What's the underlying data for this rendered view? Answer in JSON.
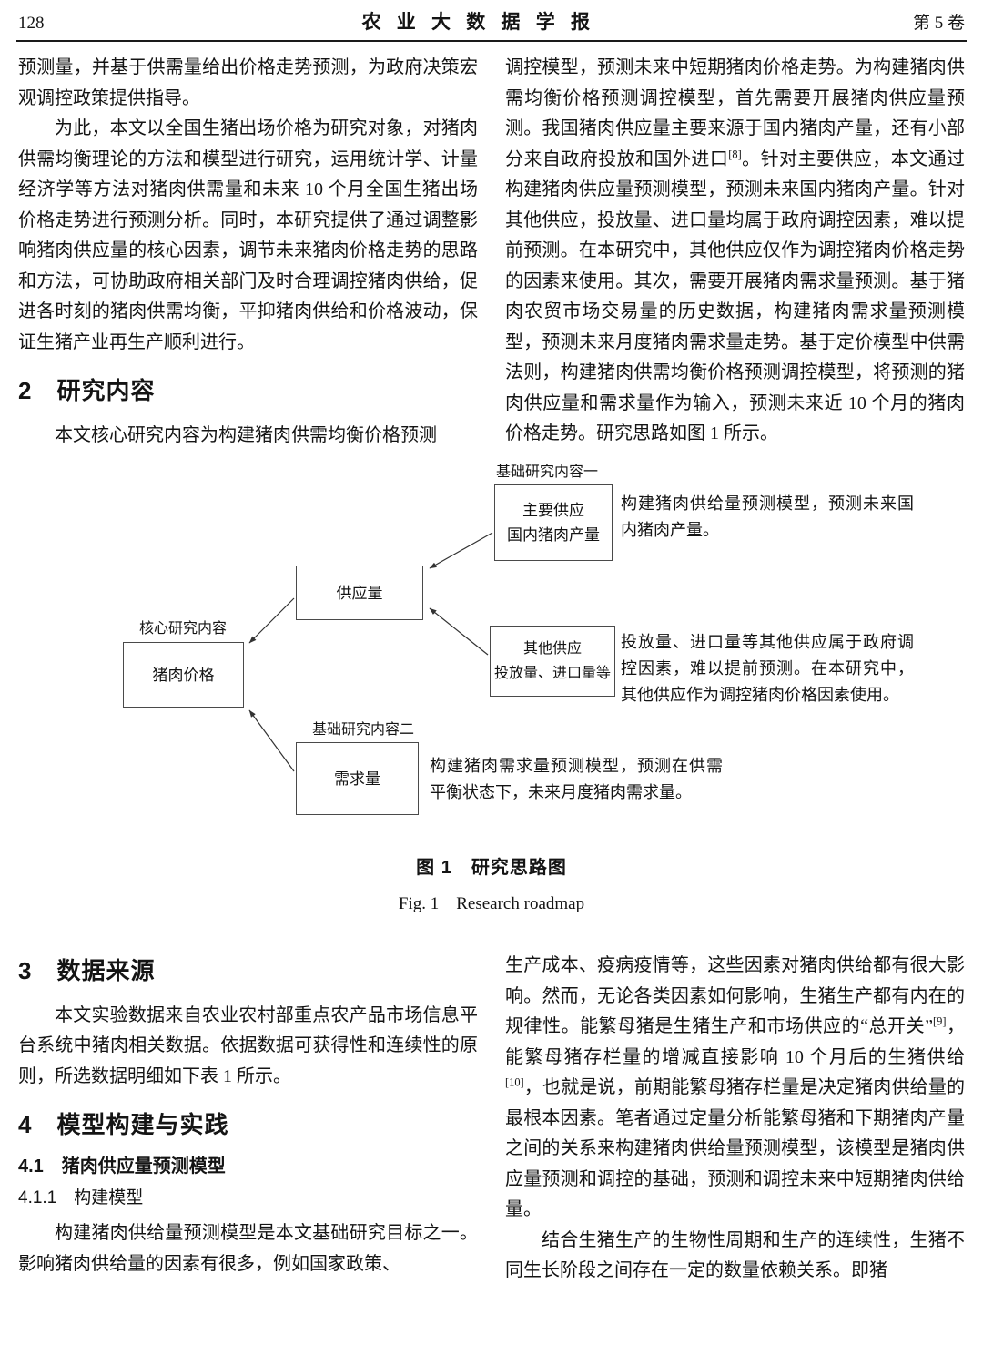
{
  "header": {
    "page_number": "128",
    "journal_title": "农 业 大 数 据 学 报",
    "volume_label": "第 5 卷"
  },
  "top_left": {
    "para_continued": "预测量，并基于供需量给出价格走势预测，为政府决策宏观调控政策提供指导。",
    "para_research": "为此，本文以全国生猪出场价格为研究对象，对猪肉供需均衡理论的方法和模型进行研究，运用统计学、计量经济学等方法对猪肉供需量和未来 10 个月全国生猪出场价格走势进行预测分析。同时，本研究提供了通过调整影响猪肉供应量的核心因素，调节未来猪肉价格走势的思路和方法，可协助政府相关部门及时合理调控猪肉供给，促进各时刻的猪肉供需均衡，平抑猪肉供给和价格波动，保证生猪产业再生产顺利进行。",
    "section2_heading": "2　研究内容",
    "para_section2": "本文核心研究内容为构建猪肉供需均衡价格预测"
  },
  "top_right": {
    "para1_parts": [
      "调控模型，预测未来中短期猪肉价格走势。为构建猪肉供需均衡价格预测调控模型，首先需要开展猪肉供应量预测。我国猪肉供应量主要来源于国内猪肉产量，还有小部分来自政府投放和国外进口",
      "[8]",
      "。针对主要供应，本文通过构建猪肉供应量预测模型，预测未来国内猪肉产量。针对其他供应，投放量、进口量均属于政府调控因素，难以提前预测。在本研究中，其他供应仅作为调控猪肉价格走势的因素来使用。其次，需要开展猪肉需求量预测。基于猪肉农贸市场交易量的历史数据，构建猪肉需求量预测模型，预测未来月度猪肉需求量走势。基于定价模型中供需法则，构建猪肉供需均衡价格预测调控模型，将预测的猪肉供应量和需求量作为输入，预测未来近 10 个月的猪肉价格走势。研究思路如图 1 所示。"
    ]
  },
  "figure": {
    "label_basic1": "基础研究内容一",
    "box_main_line1": "主要供应",
    "box_main_line2": "国内猪肉产量",
    "annot_main": "构建猪肉供给量预测模型，预测未来国内猪肉产量。",
    "box_supply": "供应量",
    "label_core": "核心研究内容",
    "box_price": "猪肉价格",
    "box_other_line1": "其他供应",
    "box_other_line2": "投放量、进口量等",
    "annot_other": "投放量、进口量等其他供应属于政府调控因素，难以提前预测。在本研究中，其他供应作为调控猪肉价格因素使用。",
    "label_basic2": "基础研究内容二",
    "box_demand": "需求量",
    "annot_demand": "构建猪肉需求量预测模型，预测在供需平衡状态下，未来月度猪肉需求量。",
    "caption_zh": "图 1　研究思路图",
    "caption_en": "Fig. 1　Research roadmap"
  },
  "bottom_left": {
    "section3_heading": "3　数据来源",
    "para_data": "本文实验数据来自农业农村部重点农产品市场信息平台系统中猪肉相关数据。依据数据可获得性和连续性的原则，所选数据明细如下表 1 所示。",
    "section4_heading": "4　模型构建与实践",
    "section41_heading": "4.1　猪肉供应量预测模型",
    "section411_heading": "4.1.1　构建模型",
    "para_model": "构建猪肉供给量预测模型是本文基础研究目标之一。影响猪肉供给量的因素有很多，例如国家政策、"
  },
  "bottom_right": {
    "para1_parts": [
      "生产成本、疫病疫情等，这些因素对猪肉供给都有很大影响。然而，无论各类因素如何影响，生猪生产都有内在的规律性。能繁母猪是生猪生产和市场供应的“总开关”",
      "[9]",
      "，能繁母猪存栏量的增减直接影响 10 个月后的生猪供给",
      "[10]",
      "，也就是说，前期能繁母猪存栏量是决定猪肉供给量的最根本因素。笔者通过定量分析能繁母猪和下期猪肉产量之间的关系来构建猪肉供给量预测模型，该模型是猪肉供应量预测和调控的基础，预测和调控未来中短期猪肉供给量。"
    ],
    "para2": "结合生猪生产的生物性周期和生产的连续性，生猪不同生长阶段之间存在一定的数量依赖关系。即猪"
  }
}
